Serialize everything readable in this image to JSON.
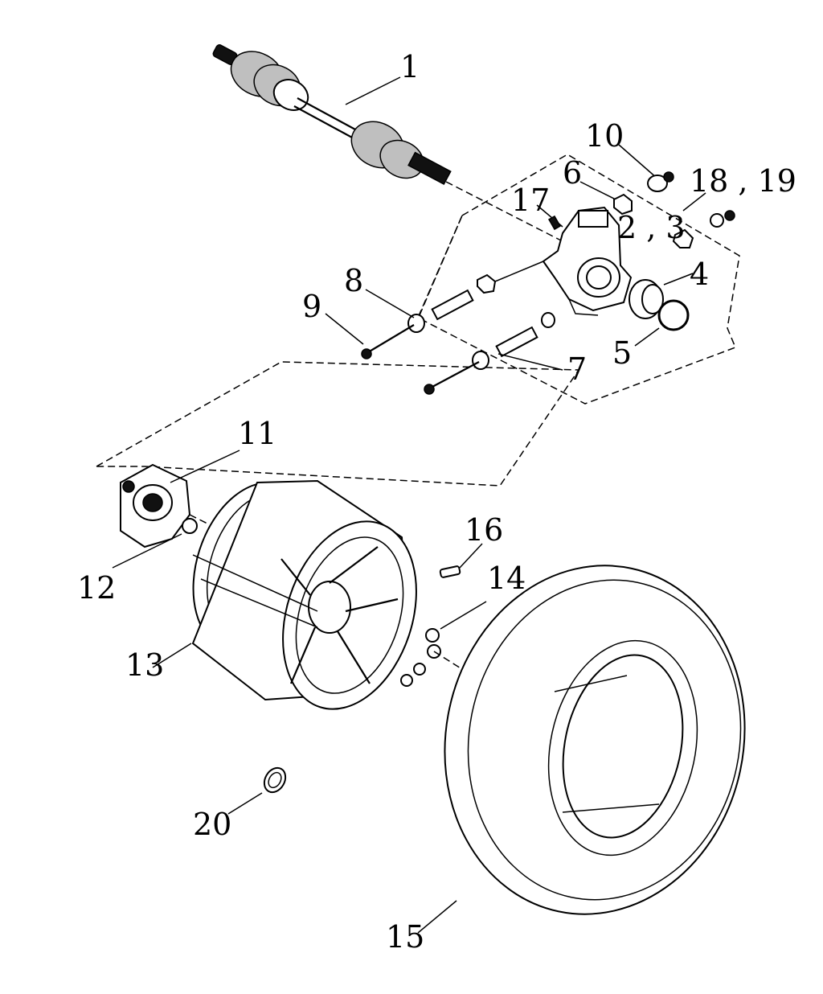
{
  "diagram": {
    "callouts": [
      {
        "id": "1",
        "label": "1"
      },
      {
        "id": "10",
        "label": "10"
      },
      {
        "id": "6",
        "label": "6"
      },
      {
        "id": "18",
        "label": "18 , 19"
      },
      {
        "id": "17",
        "label": "17"
      },
      {
        "id": "2",
        "label": "2 , 3"
      },
      {
        "id": "8",
        "label": "8"
      },
      {
        "id": "4",
        "label": "4"
      },
      {
        "id": "9",
        "label": "9"
      },
      {
        "id": "5",
        "label": "5"
      },
      {
        "id": "7",
        "label": "7"
      },
      {
        "id": "11",
        "label": "11"
      },
      {
        "id": "16",
        "label": "16"
      },
      {
        "id": "12",
        "label": "12"
      },
      {
        "id": "14",
        "label": "14"
      },
      {
        "id": "13",
        "label": "13"
      },
      {
        "id": "20",
        "label": "20"
      },
      {
        "id": "15",
        "label": "15"
      }
    ]
  }
}
